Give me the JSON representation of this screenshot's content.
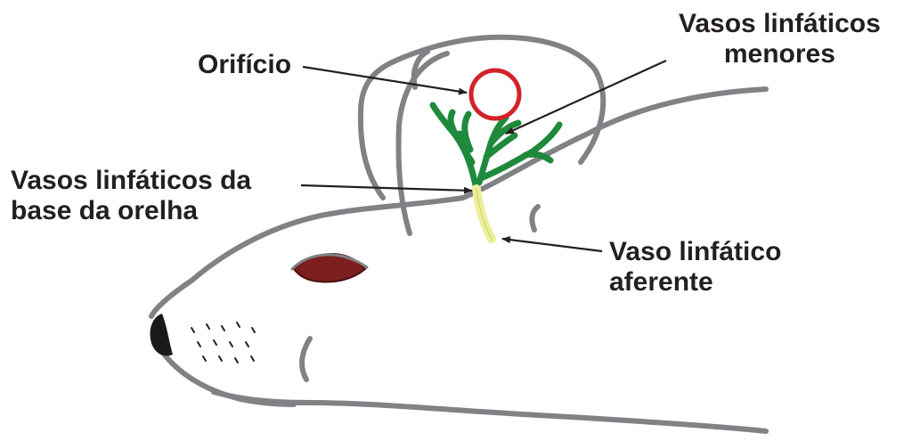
{
  "labels": {
    "orificio": "Orifício",
    "vasos_menores": [
      "Vasos linfáticos",
      "menores"
    ],
    "vasos_base": [
      "Vasos linfáticos da",
      "base da orelha"
    ],
    "vaso_aferente": [
      "Vaso linfático",
      "aferente"
    ]
  },
  "colors": {
    "outline": "#808285",
    "text": "#231f20",
    "arrow": "#231f20",
    "vessels": "#1f8a3c",
    "afferent_vessel": "#ecef9c",
    "orifice": "#d2232a",
    "eye": "#7d1f1f",
    "nose": "#1a1a1a"
  }
}
